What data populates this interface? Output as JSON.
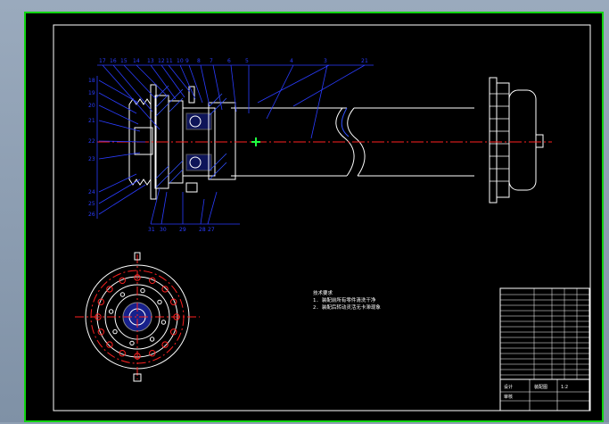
{
  "viewport": {
    "background_color": "#8fa0b4",
    "sheet_background": "#000000",
    "outer_frame_color": "#11d411",
    "inner_frame_color": "#ffffff"
  },
  "drawing": {
    "type": "mechanical-assembly-drawing",
    "colors": {
      "leader": "#2a3cff",
      "centerline": "#ff2020",
      "outline": "#ffffff",
      "hatch": "#3050ff",
      "marker": "#20ff40"
    },
    "balloons": {
      "top": [
        "17",
        "16",
        "15",
        "14",
        "13",
        "12",
        "11",
        "10",
        "9",
        "8",
        "7",
        "6",
        "5",
        "4",
        "3",
        "2",
        "1"
      ],
      "left": [
        "18",
        "19",
        "20",
        "21",
        "22",
        "23",
        "24",
        "25",
        "26"
      ],
      "bottom": [
        "31",
        "30",
        "29",
        "28",
        "27"
      ]
    }
  },
  "technical_notes": {
    "line1": "技术要求",
    "line2": "1. 装配前所有零件清洗干净",
    "line3": "2. 装配后转动灵活无卡滞现象"
  },
  "title_block": {
    "designer_label": "设计",
    "checker_label": "审核",
    "drawing_name": "装配图",
    "scale": "1:2"
  }
}
